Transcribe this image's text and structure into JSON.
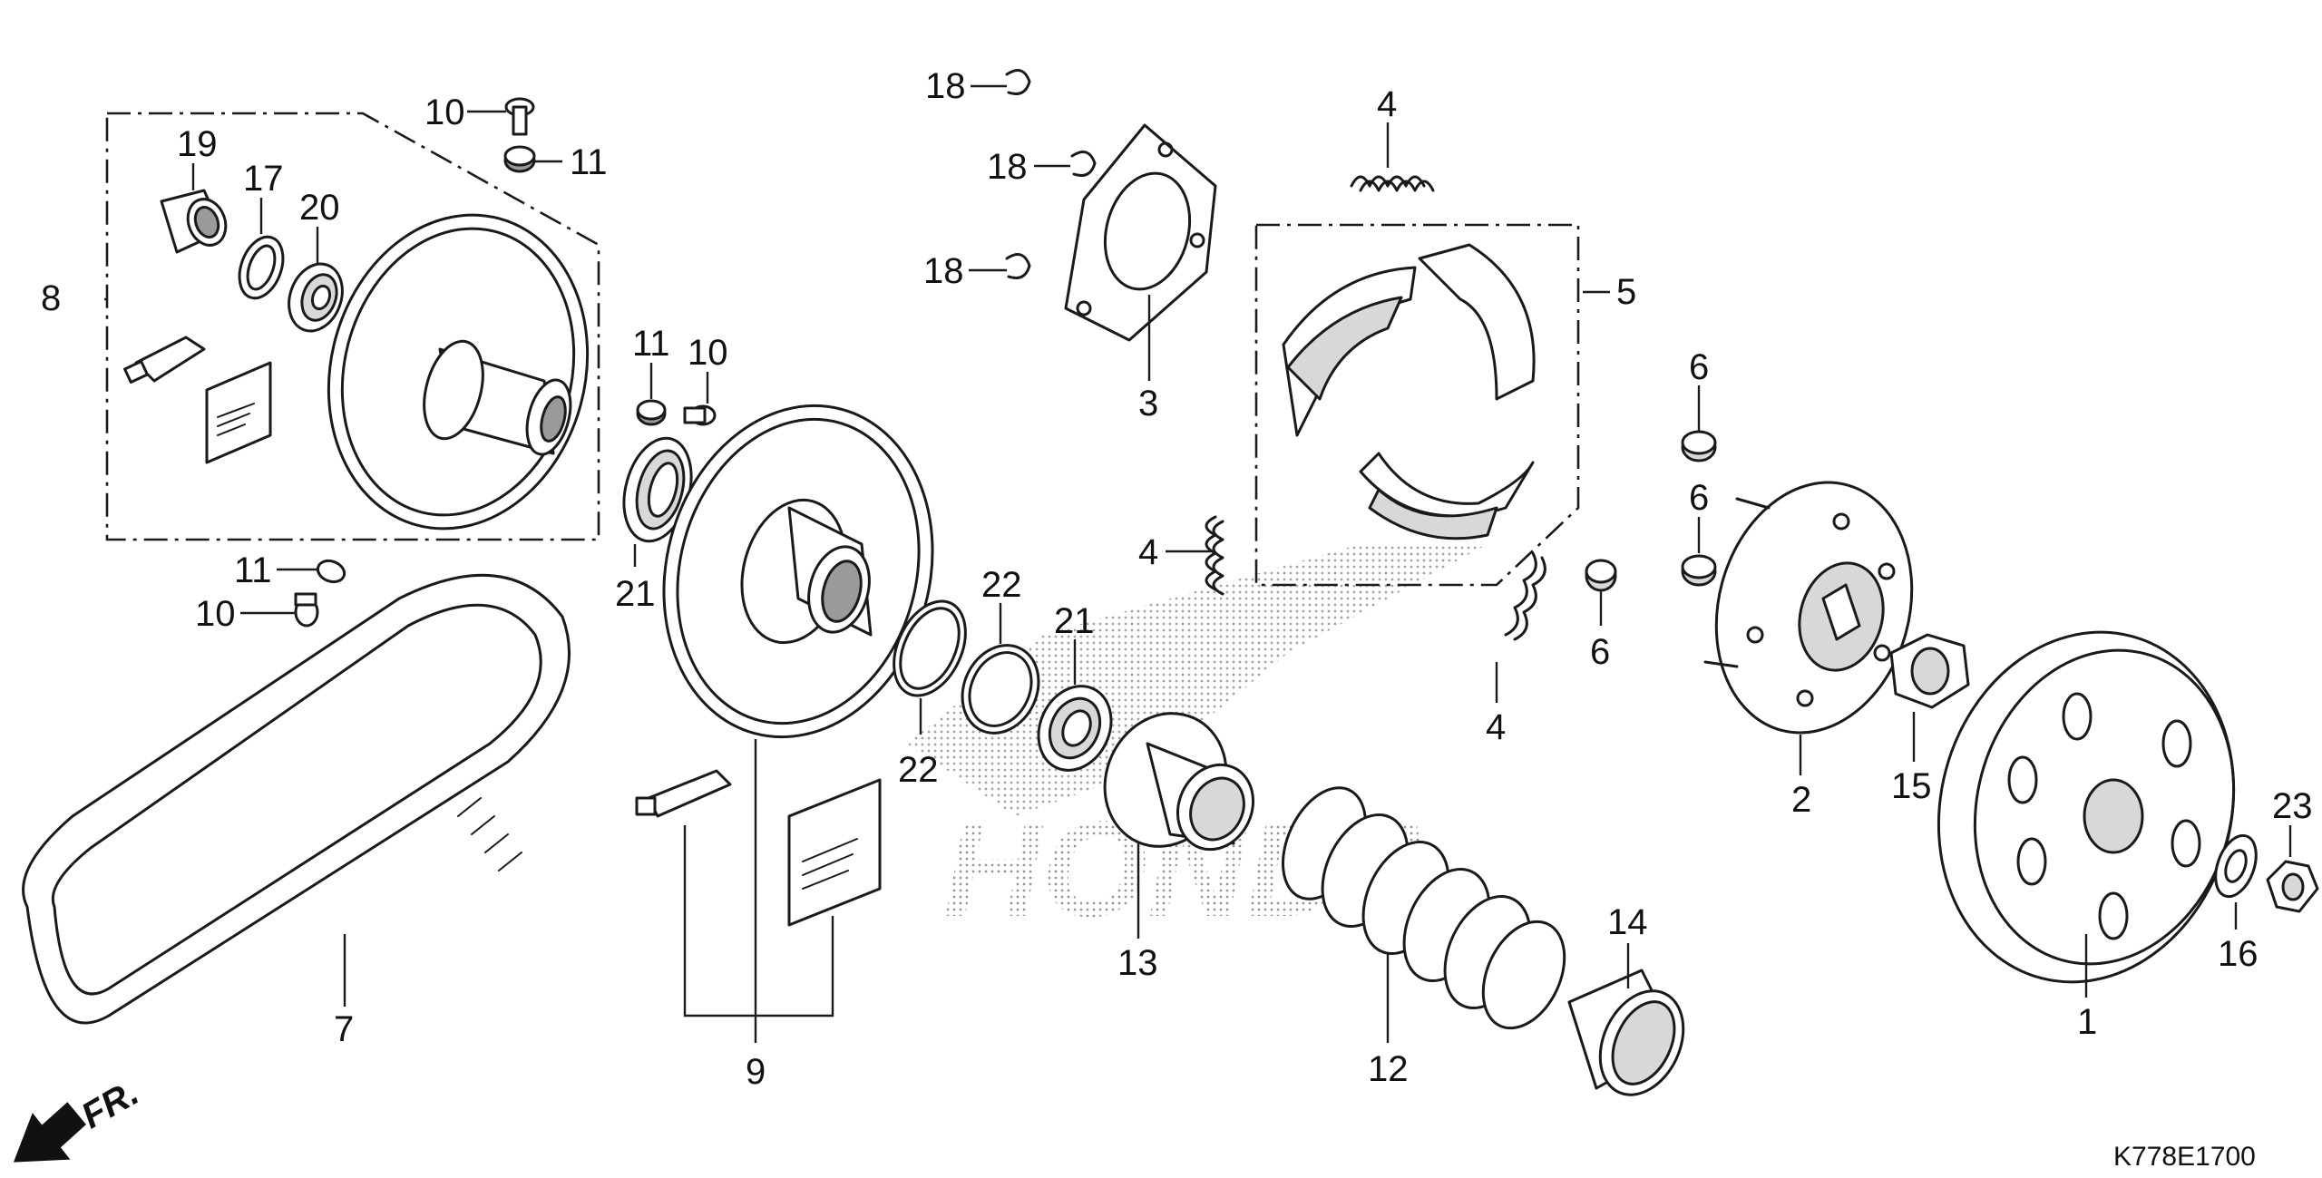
{
  "diagram_code": "K778E1700",
  "watermark": "HONDA",
  "direction_label": "FR.",
  "callouts": {
    "c1": "1",
    "c2": "2",
    "c3": "3",
    "c4a": "4",
    "c4b": "4",
    "c4c": "4",
    "c5": "5",
    "c6a": "6",
    "c6b": "6",
    "c6c": "6",
    "c7": "7",
    "c8": "8",
    "c9": "9",
    "c10a": "10",
    "c10b": "10",
    "c10c": "10",
    "c11a": "11",
    "c11b": "11",
    "c11c": "11",
    "c12": "12",
    "c13": "13",
    "c14": "14",
    "c15": "15",
    "c16": "16",
    "c17": "17",
    "c18a": "18",
    "c18b": "18",
    "c18c": "18",
    "c19": "19",
    "c20": "20",
    "c21a": "21",
    "c21b": "21",
    "c22a": "22",
    "c22b": "22",
    "c23": "23"
  },
  "colors": {
    "line": "#1a1a1a",
    "background": "#ffffff",
    "watermark": "#8c8c8c"
  }
}
